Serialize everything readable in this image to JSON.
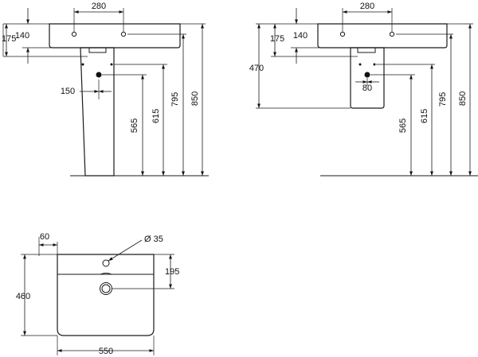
{
  "dimensions": {
    "pedestal": {
      "hole_spacing": "280",
      "d140": "140",
      "d175": "175",
      "d150": "150",
      "d565": "565",
      "d615": "615",
      "d795": "795",
      "d850": "850"
    },
    "semi_pedestal": {
      "hole_spacing": "280",
      "d140": "140",
      "d175": "175",
      "d470": "470",
      "d80": "80",
      "d565": "565",
      "d615": "615",
      "d795": "795",
      "d850": "850"
    },
    "top_view": {
      "d60": "60",
      "hole_diameter": "Ø 35",
      "d195": "195",
      "d460": "460",
      "d550": "550"
    }
  }
}
